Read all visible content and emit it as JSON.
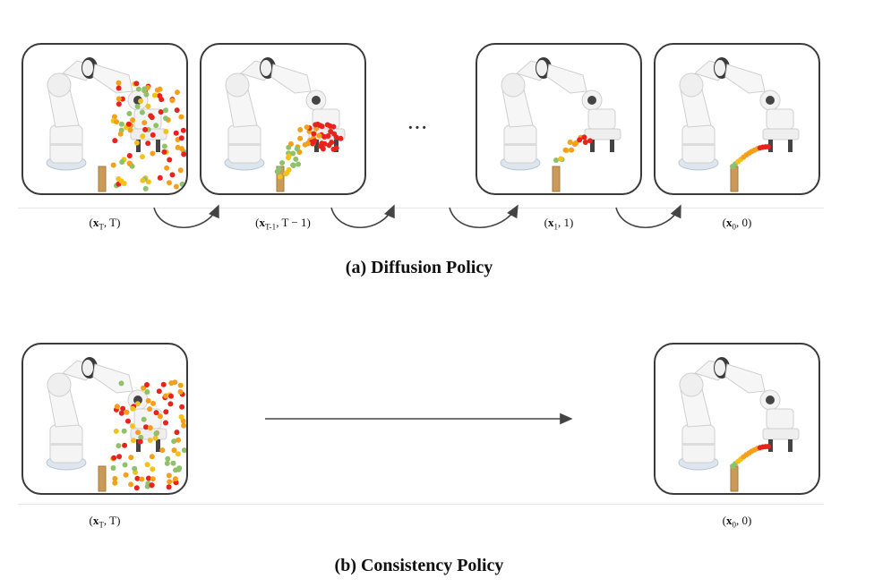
{
  "row_a": {
    "labels": [
      "(x_T, T)",
      "(x_{T-1}, T − 1)",
      "(x_1, 1)",
      "(x_0, 0)"
    ],
    "ellipsis": "···",
    "caption": "(a) Diffusion Policy"
  },
  "row_b": {
    "labels": [
      "(x_T, T)",
      "(x_0, 0)"
    ],
    "caption": "(b) Consistency Policy"
  },
  "colors": {
    "red": "#e8221c",
    "orange": "#f5a01a",
    "yellow": "#f2c21a",
    "green": "#8fc16a",
    "frame": "#3a3a3a",
    "block": "#c99a5a"
  }
}
